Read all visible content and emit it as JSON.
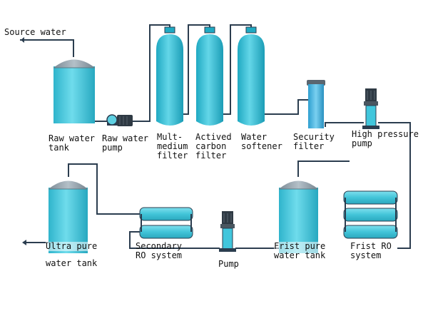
{
  "colors": {
    "pipe": "#2b3d4f",
    "tank_body": "#4fc8dc",
    "tank_dome": "#97a4ae",
    "vessel_body": "#35c2d8",
    "membrane": "#46c6da",
    "pump_body": "#2f3a44"
  },
  "labels": {
    "source_water": "Source water",
    "raw_water_tank": "Raw water\ntank",
    "raw_water_pump": "Raw water\npump",
    "multimedium_filter": "Mult-\nmedium\nfilter",
    "actived_carbon_filter": "Actived\ncarbon\nfilter",
    "water_softener": "Water\nsoftener",
    "security_filter": "Security\nfilter",
    "high_pressure_pump": "High pressure\npump",
    "ultra_pure_water_tank_line1": "Ultra pure",
    "ultra_pure_water_tank_line2": "water tank",
    "secondary_ro_system": "Secondary\nRO system",
    "pump": "Pump",
    "frist_pure_water_tank": "Frist pure\nwater tank",
    "frist_ro_system": "Frist RO\nsystem"
  }
}
